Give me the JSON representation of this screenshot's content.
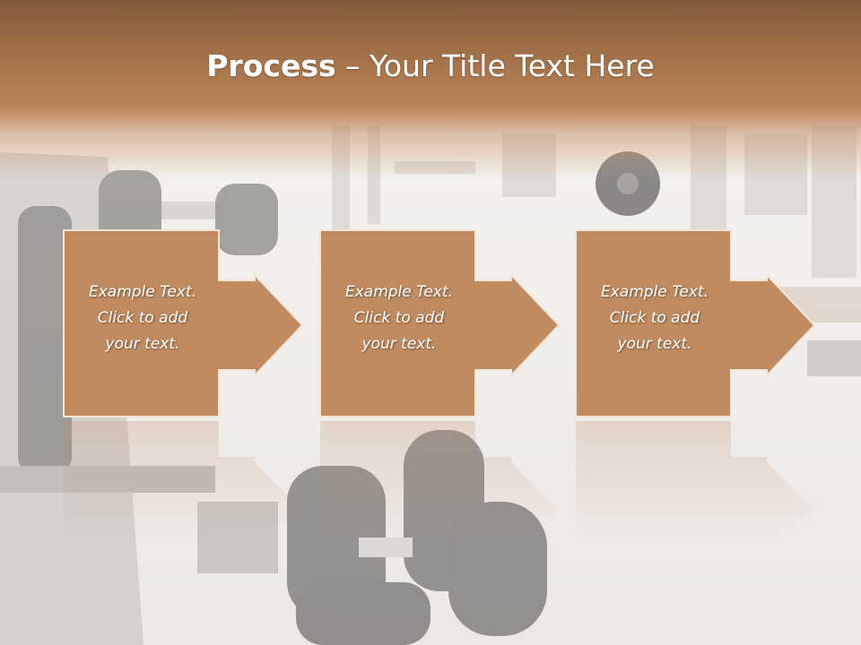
{
  "slide": {
    "title_bold": "Process",
    "title_rest": " – Your Title Text Here"
  },
  "steps": [
    {
      "text": "Example Text.\nClick  to add\nyour text."
    },
    {
      "text": "Example Text.\nClick  to add\nyour text."
    },
    {
      "text": "Example Text.\nClick  to add\nyour text."
    }
  ],
  "colors": {
    "box_fill": "#c08b60",
    "box_stroke": "#f3e6d8",
    "header_dark": "#835a39",
    "header_light": "#bb855a"
  }
}
